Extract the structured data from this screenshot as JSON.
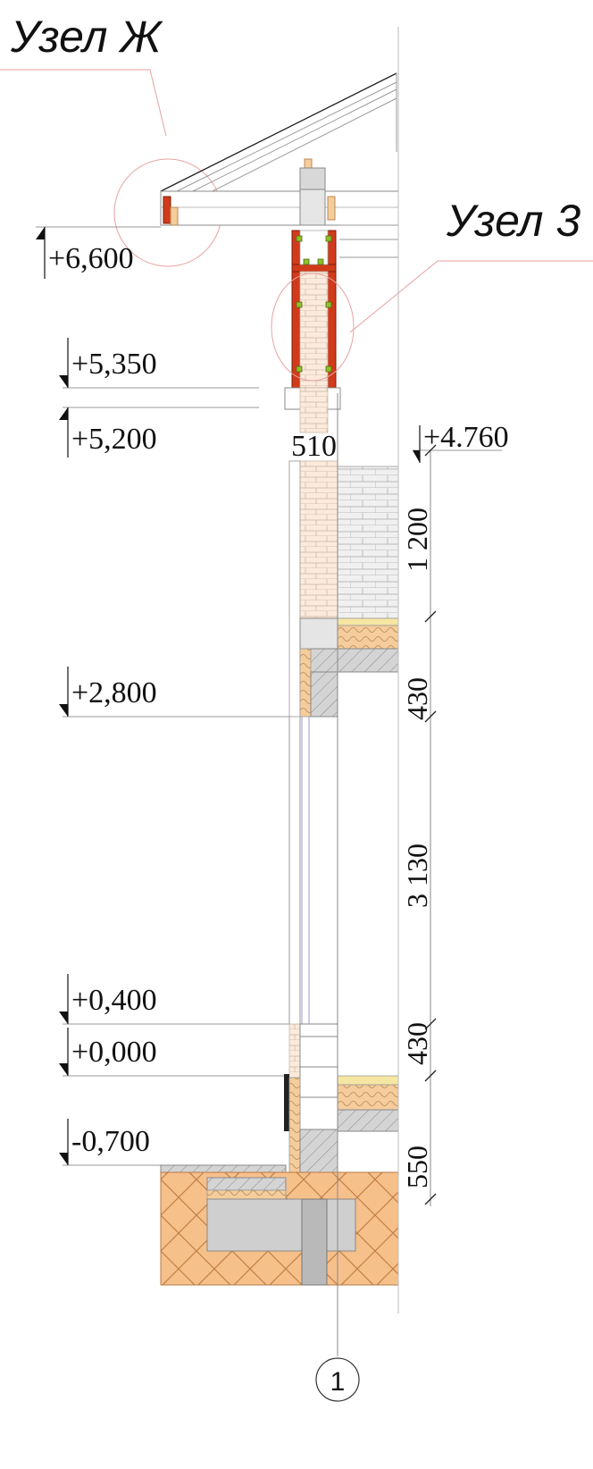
{
  "nodes": {
    "zh": {
      "title": "Узел Ж"
    },
    "z": {
      "title": "Узел 3"
    }
  },
  "levels": [
    {
      "id": "l6600",
      "text": "+6,600"
    },
    {
      "id": "l5350",
      "text": "+5,350"
    },
    {
      "id": "l5200",
      "text": "+5,200"
    },
    {
      "id": "l4760",
      "text": "+4.760"
    },
    {
      "id": "l2800",
      "text": "+2,800"
    },
    {
      "id": "l0400",
      "text": "+0,400"
    },
    {
      "id": "l0000",
      "text": "+0,000"
    },
    {
      "id": "lm0700",
      "text": "-0,700"
    }
  ],
  "wall_thickness": "510",
  "dimensions": [
    "1 200",
    "430",
    "3 130",
    "430",
    "550"
  ],
  "axis": {
    "label": "1"
  },
  "colors": {
    "brick_fill": "#fbe9da",
    "insulation": "#f5cc9c",
    "soil": "#f6c08b",
    "concrete": "#d8d8d8",
    "frame_red": "#d13a1a",
    "tie_green": "#8dbf2a",
    "callout_circle": "#e8a0a0"
  }
}
